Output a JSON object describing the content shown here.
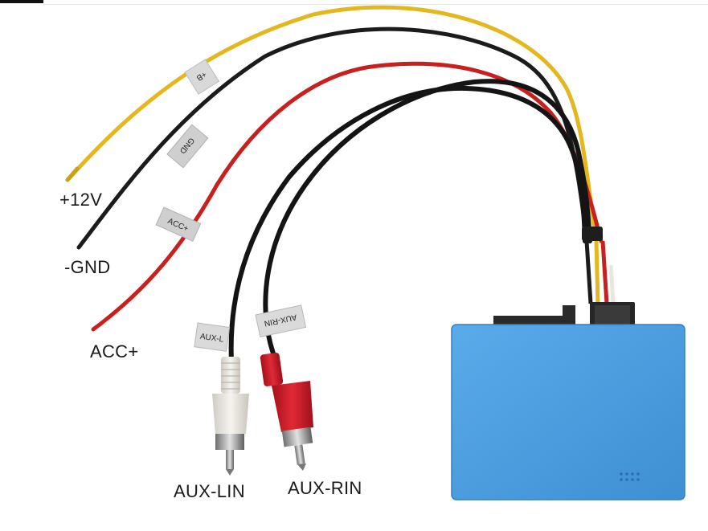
{
  "labels": {
    "plus12v": "+12V",
    "gnd": "-GND",
    "acc": "ACC+",
    "aux_lin": "AUX-LIN",
    "aux_rin": "AUX-RIN"
  },
  "wire_tags": {
    "b_plus": "+B",
    "gnd": "GND",
    "acc_plus": "ACC+",
    "aux_l": "AUX-L",
    "aux_rin": "AUX-RIN"
  },
  "colors": {
    "yellow_wire": "#e2b81e",
    "black_wire": "#1b1b1b",
    "red_wire": "#c8201f",
    "module_blue": "#4a9ee0",
    "rca_white": "#ece9e4",
    "rca_red": "#d21a28"
  }
}
